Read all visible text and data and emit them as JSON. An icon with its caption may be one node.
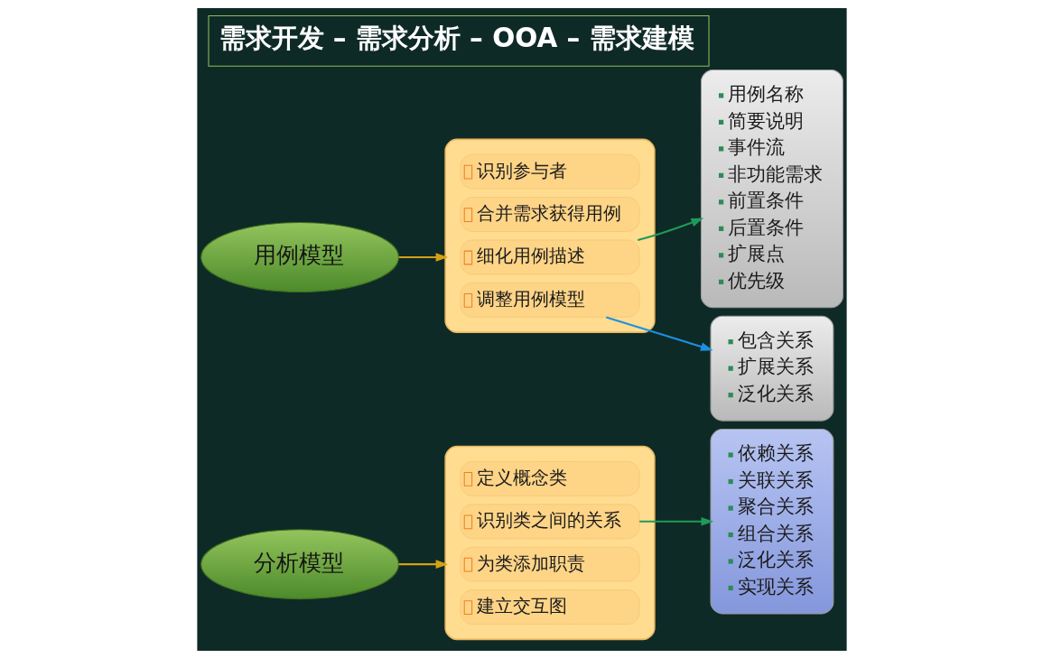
{
  "diagram": {
    "title": "需求开发 – 需求分析 – OOA – 需求建模",
    "nodes": [
      {
        "text": [
          "用例模型"
        ]
      },
      {
        "text": [],
        "shape": "box"
      },
      {
        "text": [
          "识别参与者"
        ],
        "in": 1
      },
      {
        "text": [
          "合并需求获得用例"
        ],
        "in": 1
      },
      {
        "text": [
          "细化用例描述"
        ],
        "in": 1
      },
      {
        "text": [
          "调整用例模型"
        ],
        "in": 1
      },
      {
        "text": [
          "包含关系",
          "扩展关系",
          "泛化关系"
        ]
      },
      {
        "text": [
          "用例名称",
          "简要说明",
          "事件流",
          "非功能需求",
          "前置条件",
          "后置条件",
          "扩展点",
          "优先级"
        ]
      },
      {
        "text": [
          "分析模型"
        ]
      },
      {
        "text": [],
        "shape": "box"
      },
      {
        "text": [
          "定义概念类"
        ],
        "in": 9
      },
      {
        "text": [
          "识别类之间的关系"
        ],
        "in": 9
      },
      {
        "text": [
          "为类添加职责"
        ],
        "in": 9
      },
      {
        "text": [
          "建立交互图"
        ],
        "in": 9
      },
      {
        "text": [
          "依赖关系",
          "关联关系",
          "聚合关系",
          "组合关系",
          "泛化关系",
          "实现关系"
        ]
      }
    ],
    "edges": [
      {
        "from": 0,
        "to": 1,
        "arrow": "to",
        "color": "#d4a017"
      },
      {
        "from": 4,
        "to": 7,
        "arrow": "to",
        "color": "#1f9a5a"
      },
      {
        "from": 5,
        "to": 6,
        "arrow": "to",
        "color": "#1e90e0"
      },
      {
        "from": 8,
        "to": 9,
        "arrow": "to",
        "color": "#d4a017"
      },
      {
        "from": 11,
        "to": 14,
        "arrow": "to",
        "color": "#1f9a5a"
      }
    ]
  }
}
